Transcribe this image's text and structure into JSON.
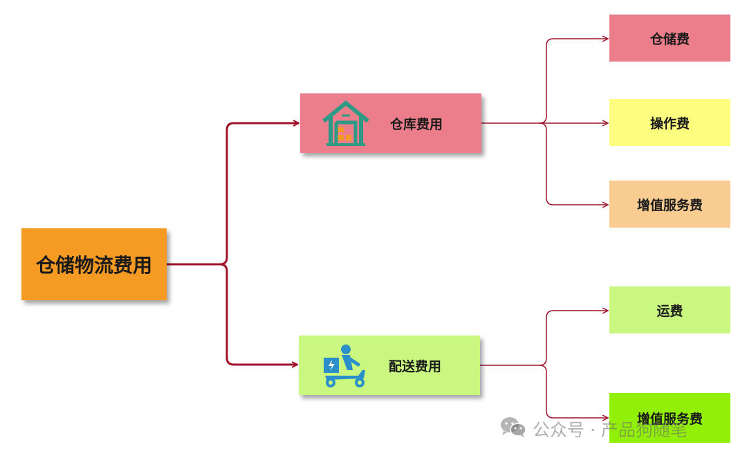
{
  "root": {
    "label": "仓储物流费用",
    "color": "#f59a23"
  },
  "branches": [
    {
      "label": "仓库费用",
      "icon": "warehouse-icon",
      "color": "#eb7e8a",
      "children": [
        {
          "label": "仓储费",
          "color": "#eb7e8a"
        },
        {
          "label": "操作费",
          "color": "#fdfd7f"
        },
        {
          "label": "增值服务费",
          "color": "#f9cd91"
        }
      ]
    },
    {
      "label": "配送费用",
      "icon": "delivery-scooter-icon",
      "color": "#c9f780",
      "children": [
        {
          "label": "运费",
          "color": "#c9f780"
        },
        {
          "label": "增值服务费",
          "color": "#92f008"
        }
      ]
    }
  ],
  "connector_color": "#a0112a",
  "watermark": {
    "text": "公众号 · 产品狗随笔",
    "icon": "wechat-icon"
  }
}
